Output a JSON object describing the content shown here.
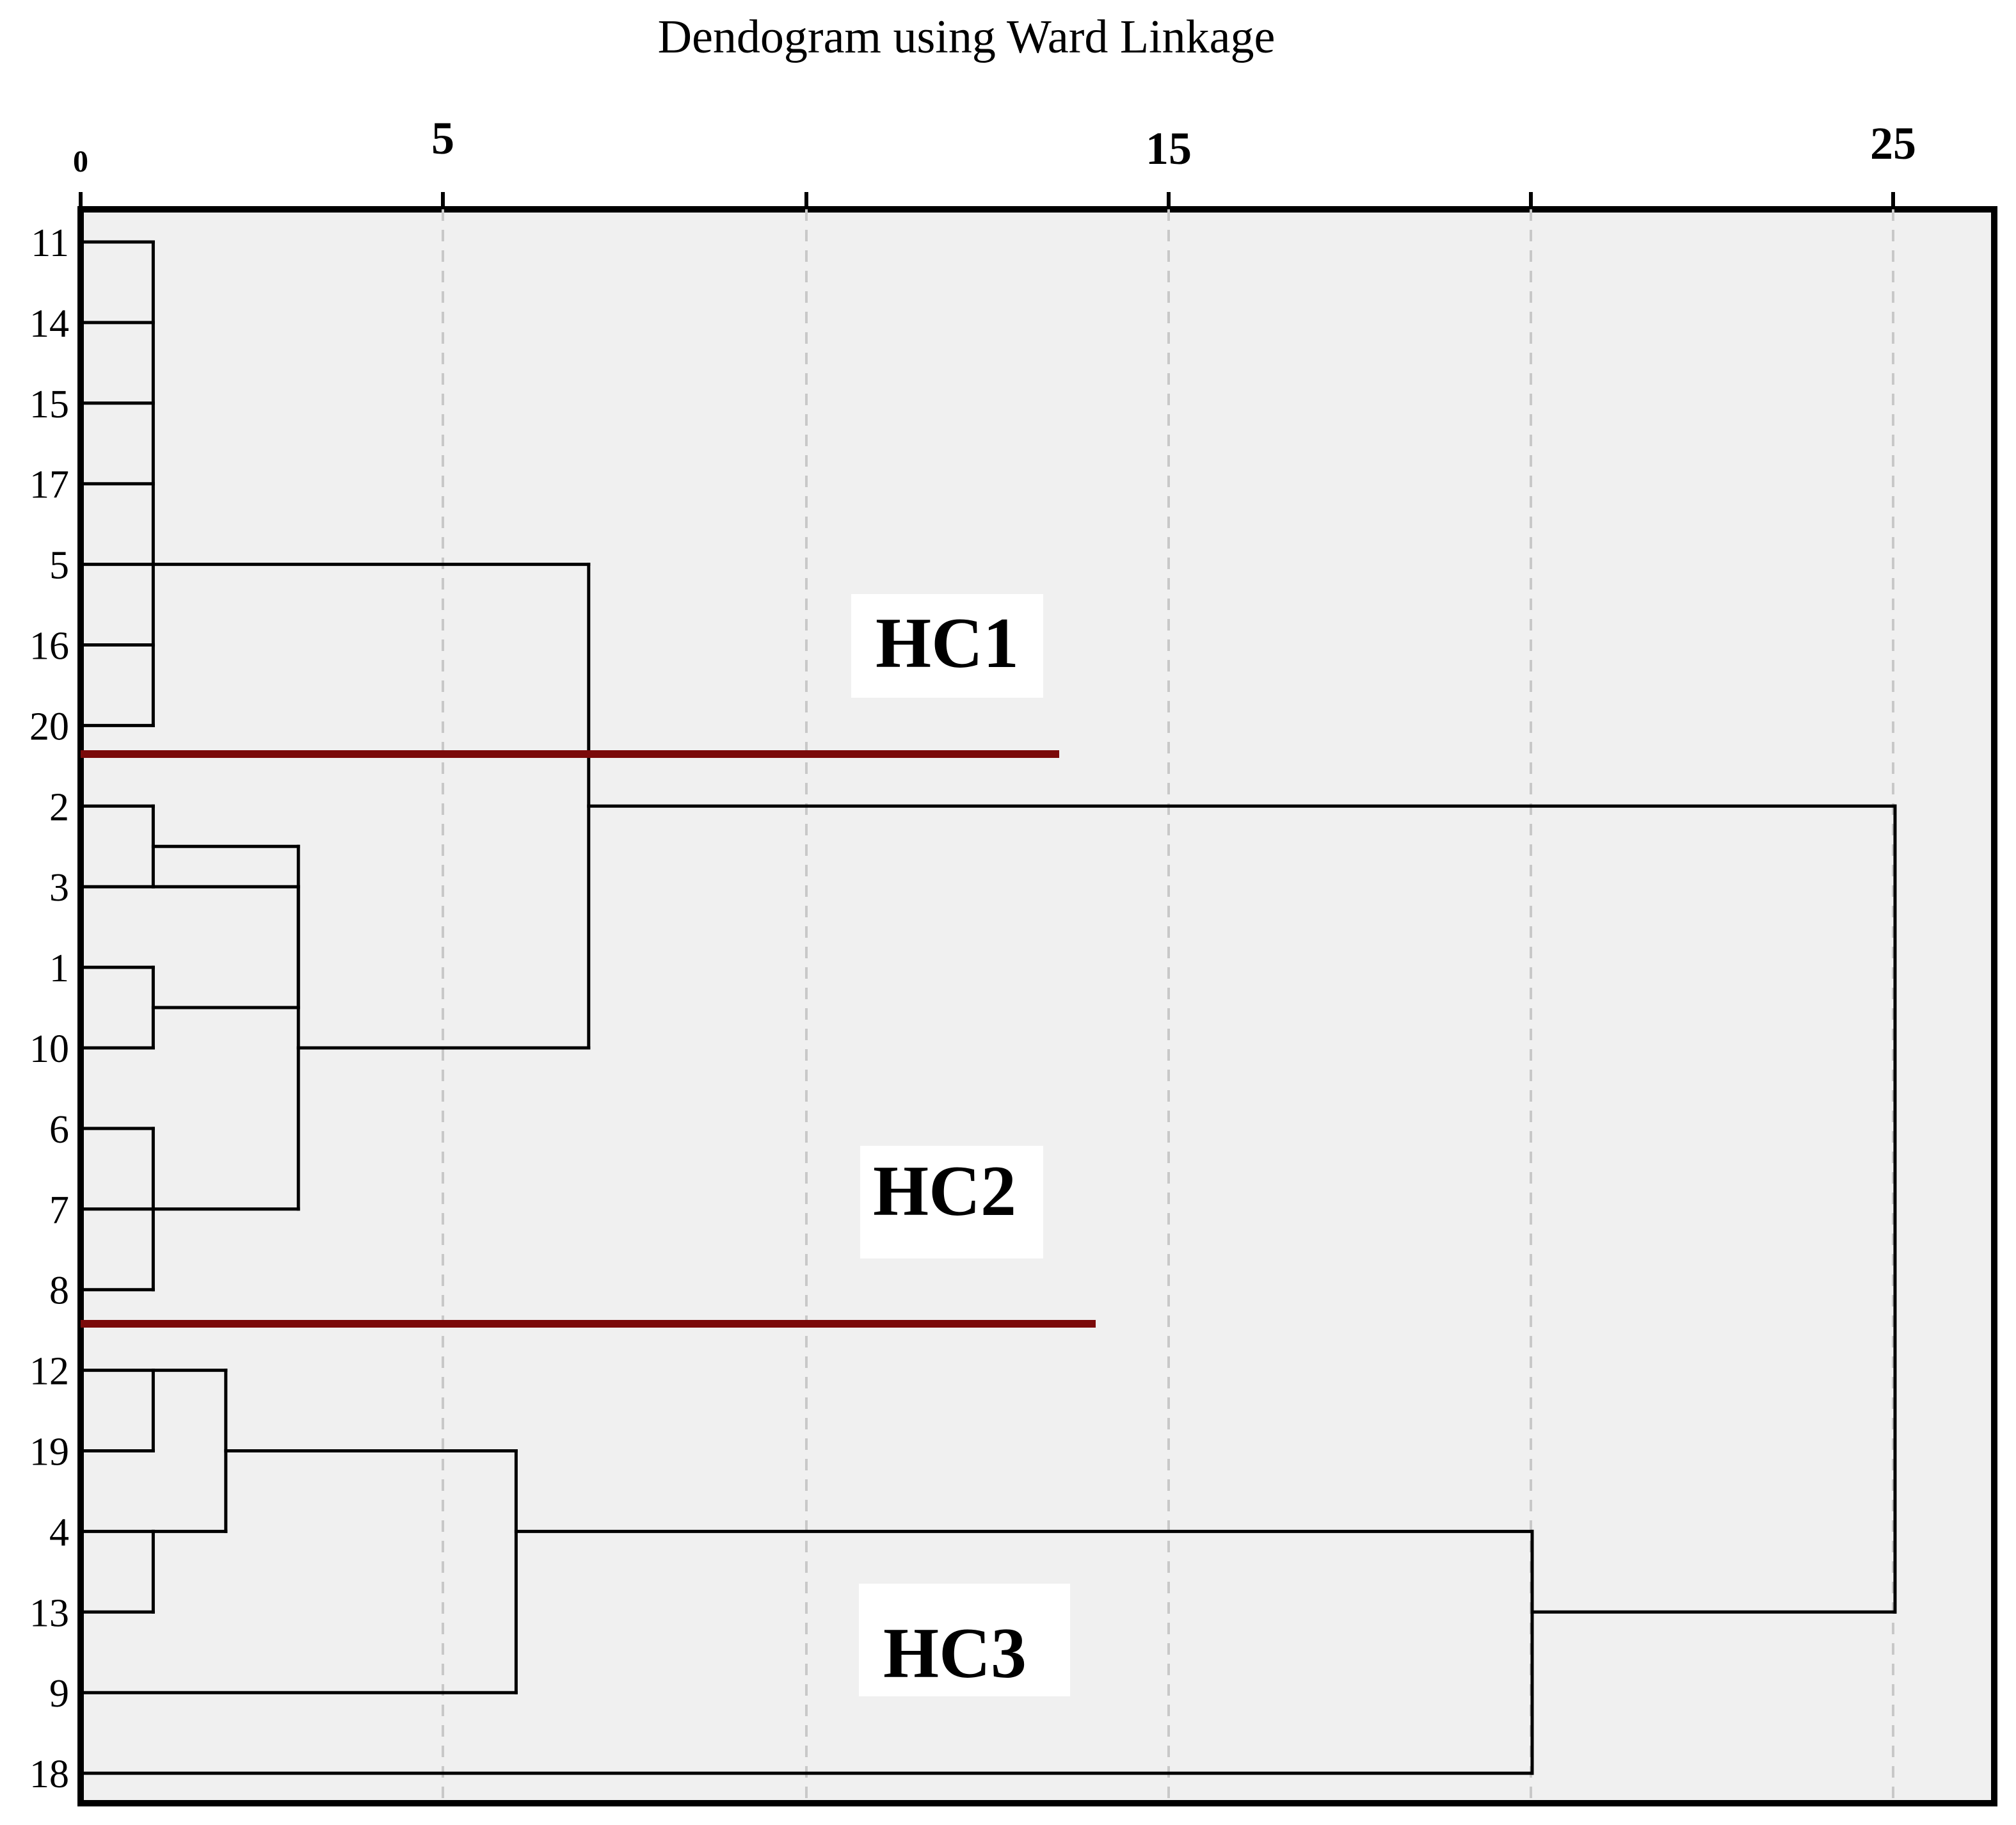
{
  "chart_data": {
    "type": "dendrogram",
    "title": "Dendogram using Ward Linkage",
    "top_axis_labels": [
      "0",
      "5",
      "15",
      "25"
    ],
    "grid": true,
    "leaves": [
      "11",
      "14",
      "15",
      "17",
      "5",
      "16",
      "20",
      "2",
      "3",
      "1",
      "10",
      "6",
      "7",
      "8",
      "12",
      "19",
      "4",
      "13",
      "9",
      "18"
    ],
    "merges": [
      {
        "members": [
          "11",
          "14",
          "15",
          "17",
          "5",
          "16",
          "20"
        ],
        "height": 1
      },
      {
        "members": [
          "2",
          "3"
        ],
        "height": 1
      },
      {
        "members": [
          "1",
          "10"
        ],
        "height": 1
      },
      {
        "members": [
          "6",
          "7",
          "8"
        ],
        "height": 1
      },
      {
        "members": [
          "12",
          "19"
        ],
        "height": 1
      },
      {
        "members": [
          "4",
          "13"
        ],
        "height": 1
      },
      {
        "members": [
          "12",
          "19",
          "4",
          "13"
        ],
        "height": 2
      },
      {
        "members": [
          "2",
          "3",
          "1",
          "10",
          "6",
          "7",
          "8"
        ],
        "height": 3
      },
      {
        "members": [
          "12",
          "19",
          "4",
          "13",
          "9"
        ],
        "height": 6
      },
      {
        "members": [
          "11",
          "14",
          "15",
          "17",
          "5",
          "16",
          "20",
          "2",
          "3",
          "1",
          "10",
          "6",
          "7",
          "8"
        ],
        "height": 7
      },
      {
        "members": [
          "12",
          "19",
          "4",
          "13",
          "9",
          "18"
        ],
        "height": 20
      },
      {
        "members": [
          "all"
        ],
        "height": 25
      }
    ],
    "clusters": [
      {
        "label": "HC1",
        "members": [
          "11",
          "14",
          "15",
          "17",
          "5",
          "16",
          "20"
        ]
      },
      {
        "label": "HC2",
        "members": [
          "2",
          "3",
          "1",
          "10",
          "6",
          "7",
          "8"
        ]
      },
      {
        "label": "HC3",
        "members": [
          "12",
          "19",
          "4",
          "13",
          "9",
          "18"
        ]
      }
    ],
    "colors": {
      "plot_background": "#f0f0f0",
      "divider": "#7b0a0a",
      "lines": "#000000",
      "grid": "#c8c8c8"
    }
  }
}
